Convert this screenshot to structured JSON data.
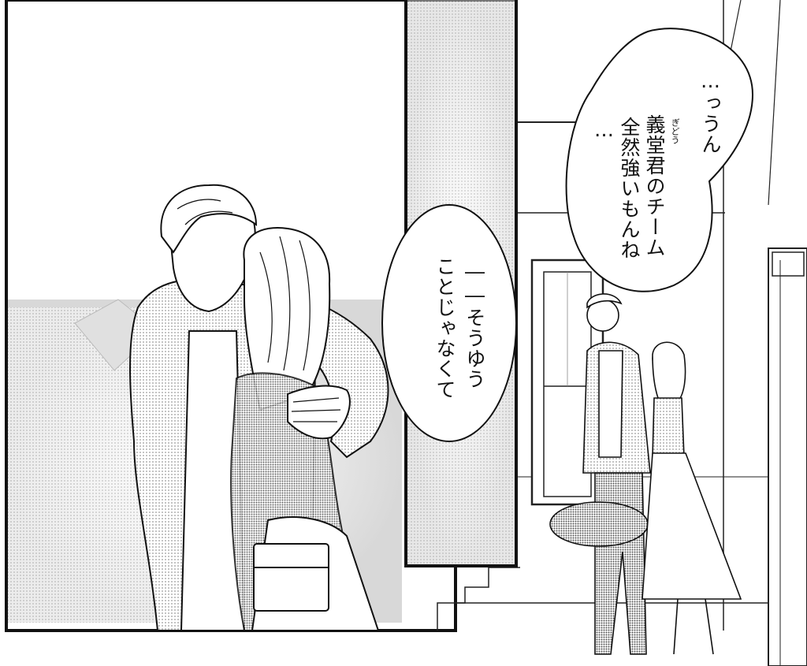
{
  "bubble_right": {
    "lines": [
      "…っうん",
      "義堂君のチーム",
      "全然強いもんね",
      "…"
    ],
    "ruby": "ぎどう"
  },
  "bubble_left": {
    "lines": [
      "――そうゆう",
      "ことじゃなくて"
    ]
  },
  "colors": {
    "ink": "#111111",
    "paper": "#ffffff",
    "screentone": "#cfcfcf"
  }
}
